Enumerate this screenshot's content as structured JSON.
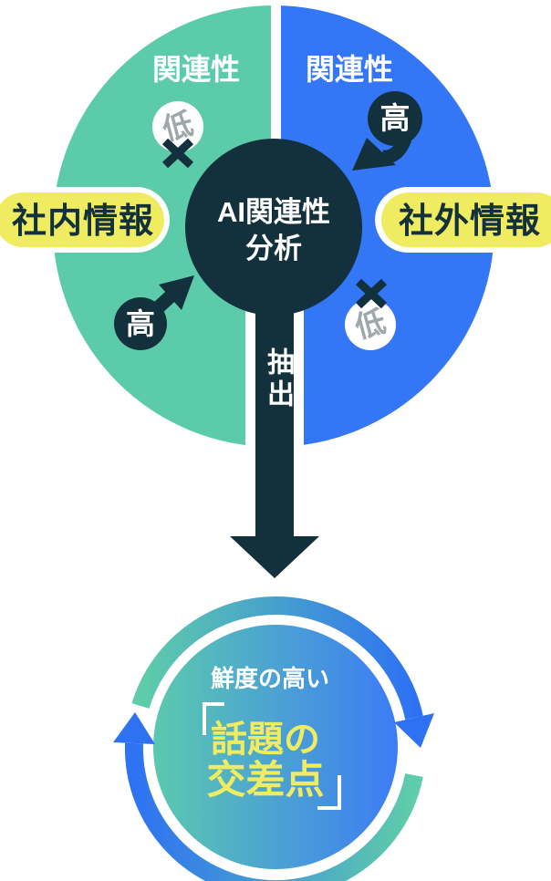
{
  "palette": {
    "internal_teal": "#5CCBA9",
    "external_blue": "#3377F7",
    "dark_navy": "#13313C",
    "highlight_yellow": "#F0EC62",
    "low_gray": "#9EA8AB",
    "gradient_left": "#5BC9AE",
    "gradient_right": "#3C7CF5",
    "arc_green": "#5FCDA9",
    "arc_blue": "#2E72F3"
  },
  "top_diagram": {
    "left_half": {
      "label": "社内情報",
      "relevance_label": "関連性",
      "low_badge": "低",
      "high_badge": "高"
    },
    "right_half": {
      "label": "社外情報",
      "relevance_label": "関連性",
      "high_badge": "高",
      "low_badge": "低"
    },
    "center": {
      "line1": "AI関連性",
      "line2": "分析"
    },
    "extract_label": "抽出",
    "cross_mark": "×"
  },
  "bottom_diagram": {
    "freshness_label": "鮮度の高い",
    "open_bracket": "「",
    "topic_line1": "話題の",
    "topic_line2": "交差点",
    "close_bracket": "」"
  }
}
